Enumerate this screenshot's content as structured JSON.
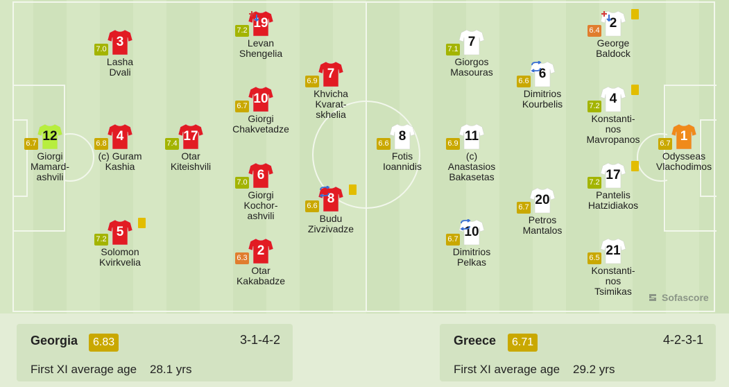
{
  "colors": {
    "rating_high": "#a3b400",
    "rating_mid": "#c9a800",
    "rating_low": "#e07d2e",
    "home_shirt": "#e21b23",
    "home_gk": "#b7ee3e",
    "away_shirt": "#ffffff",
    "away_gk": "#f08a1a",
    "yellow_card": "#e2bd00"
  },
  "home_team": {
    "name": "Georgia",
    "avg_rating": "6.83",
    "formation": "3-1-4-2",
    "age_label": "First XI average age",
    "age_value": "28.1 yrs",
    "players": [
      {
        "number": "12",
        "rating": "6.7",
        "name": "Giorgi\nMamard-\nashvili",
        "gk": true
      },
      {
        "number": "3",
        "rating": "7.0",
        "name": "Lasha\nDvali"
      },
      {
        "number": "4",
        "rating": "6.8",
        "name": "(c) Guram\nKashia"
      },
      {
        "number": "5",
        "rating": "7.2",
        "name": "Solomon\nKvirkvelia",
        "yellow": true
      },
      {
        "number": "17",
        "rating": "7.4",
        "name": "Otar\nKiteishvili"
      },
      {
        "number": "19",
        "rating": "7.2",
        "name": "Levan\nShengelia",
        "sub": "in"
      },
      {
        "number": "10",
        "rating": "6.7",
        "name": "Giorgi\nChakvetadze"
      },
      {
        "number": "6",
        "rating": "7.0",
        "name": "Giorgi\nKochor-\nashvili"
      },
      {
        "number": "2",
        "rating": "6.3",
        "name": "Otar\nKakabadze"
      },
      {
        "number": "7",
        "rating": "6.9",
        "name": "Khvicha\nKvarat-\nskhelia"
      },
      {
        "number": "8",
        "rating": "6.6",
        "name": "Budu\nZivzivadze",
        "sub": "swap",
        "yellow": true
      }
    ]
  },
  "away_team": {
    "name": "Greece",
    "avg_rating": "6.71",
    "formation": "4-2-3-1",
    "age_label": "First XI average age",
    "age_value": "29.2 yrs",
    "players": [
      {
        "number": "8",
        "rating": "6.6",
        "name": "Fotis\nIoannidis"
      },
      {
        "number": "7",
        "rating": "7.1",
        "name": "Giorgos\nMasouras"
      },
      {
        "number": "11",
        "rating": "6.9",
        "name": "(c)\nAnastasios\nBakasetas"
      },
      {
        "number": "10",
        "rating": "6.7",
        "name": "Dimitrios\nPelkas",
        "sub": "swap"
      },
      {
        "number": "6",
        "rating": "6.6",
        "name": "Dimitrios\nKourbelis",
        "sub": "swap"
      },
      {
        "number": "20",
        "rating": "6.7",
        "name": "Petros\nMantalos"
      },
      {
        "number": "2",
        "rating": "6.4",
        "name": "George\nBaldock",
        "sub": "in",
        "yellow": true
      },
      {
        "number": "4",
        "rating": "7.2",
        "name": "Konstanti-\nnos\nMavropanos",
        "yellow": true
      },
      {
        "number": "17",
        "rating": "7.2",
        "name": "Pantelis\nHatzidiakos",
        "yellow": true
      },
      {
        "number": "21",
        "rating": "6.5",
        "name": "Konstanti-\nnos\nTsimikas"
      },
      {
        "number": "1",
        "rating": "6.7",
        "name": "Odysseas\nVlachodimos",
        "gk": true
      }
    ]
  },
  "branding": {
    "label": "Sofascore"
  }
}
